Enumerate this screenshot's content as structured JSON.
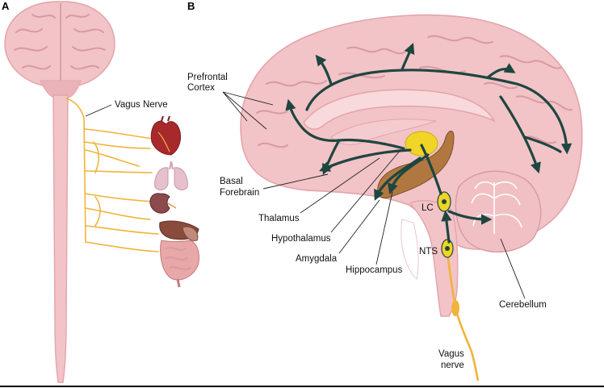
{
  "panels": {
    "a_letter": "A",
    "b_letter": "B"
  },
  "panel_a": {
    "vagus_nerve_label": "Vagus Nerve"
  },
  "panel_b": {
    "prefrontal_line1": "Prefrontal",
    "prefrontal_line2": "Cortex",
    "basal_line1": "Basal",
    "basal_line2": "Forebrain",
    "thalamus": "Thalamus",
    "hypothalamus": "Hypothalamus",
    "amygdala": "Amygdala",
    "hippocampus": "Hippocampus",
    "lc": "LC",
    "nts": "NTS",
    "cerebellum": "Cerebellum",
    "vagus_line1": "Vagus",
    "vagus_line2": "nerve"
  },
  "colors": {
    "brain": "#f2c3c7",
    "brain_dark": "#e3a4ab",
    "pathway": "#1e4640",
    "nerve": "#f0b43a",
    "hypothalamus": "#f0d427",
    "hippocampus": "#b07840"
  }
}
